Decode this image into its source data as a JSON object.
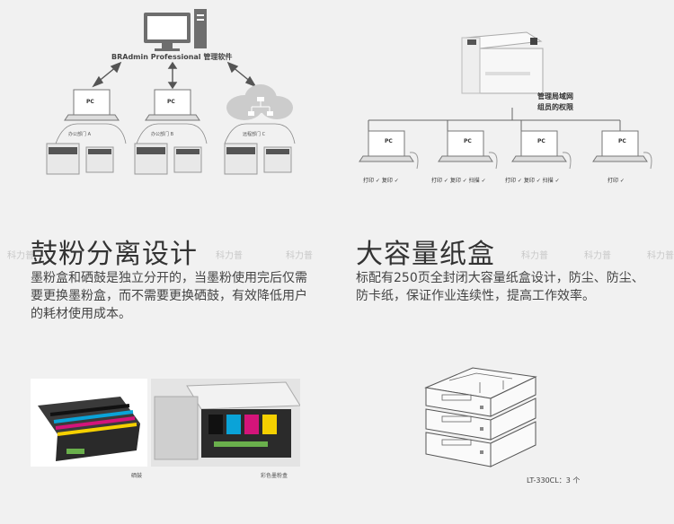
{
  "top_left": {
    "software_label": "BRAdmin Professional 管理软件",
    "dept_labels": [
      "办公部门 A",
      "办公部门 B",
      "远程部门 C"
    ],
    "pc_label": "PC"
  },
  "top_right": {
    "permission_label_line1": "管理局域网",
    "permission_label_line2": "组员的权限",
    "pc_label": "PC",
    "pc_permissions": [
      "打印 ✓  复印 ✓",
      "打印 ✓  复印 ✓  扫描 ✓",
      "打印 ✓  复印 ✓  扫描 ✓",
      "打印 ✓"
    ]
  },
  "sections": {
    "left": {
      "title": "鼓粉分离设计",
      "description": "墨粉盒和硒鼓是独立分开的，当墨粉使用完后仅需要更换墨粉盒，而不需要更换硒鼓，有效降低用户的耗材使用成本。"
    },
    "right": {
      "title": "大容量纸盒",
      "description": "标配有250页全封闭大容量纸盒设计，防尘、防尘、防卡纸，保证作业连续性，提高工作效率。"
    }
  },
  "bottom": {
    "drum_caption": "硒鼓",
    "toner_caption": "彩色墨粉盒",
    "tray_caption": "LT-330CL：3 个"
  },
  "watermark": "科力普",
  "colors": {
    "background": "#f1f1f1",
    "text": "#333333",
    "watermark": "#c8c8c8"
  }
}
